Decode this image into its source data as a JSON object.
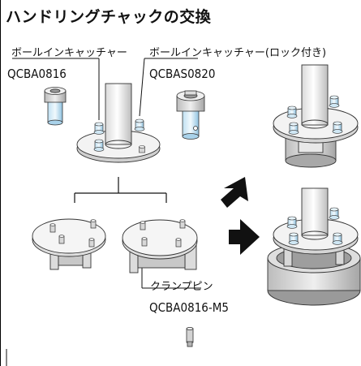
{
  "title": "ハンドリングチャックの交換",
  "labels": {
    "ball_catcher": "ボールインキャッチャー",
    "ball_catcher_code": "QCBA0816",
    "ball_catcher_lock": "ボールインキャッチャー(ロック付き)",
    "ball_catcher_lock_code": "QCBAS0820",
    "clamp_pin": "クランプピン",
    "clamp_pin_code": "QCBA0816-M5"
  },
  "colors": {
    "metal_light": "#f2f2f2",
    "metal_mid": "#c8c8c8",
    "metal_dark": "#7a7a7a",
    "blue_light": "#d8ecf7",
    "blue_mid": "#9fcbe6",
    "arrow": "#111111"
  }
}
